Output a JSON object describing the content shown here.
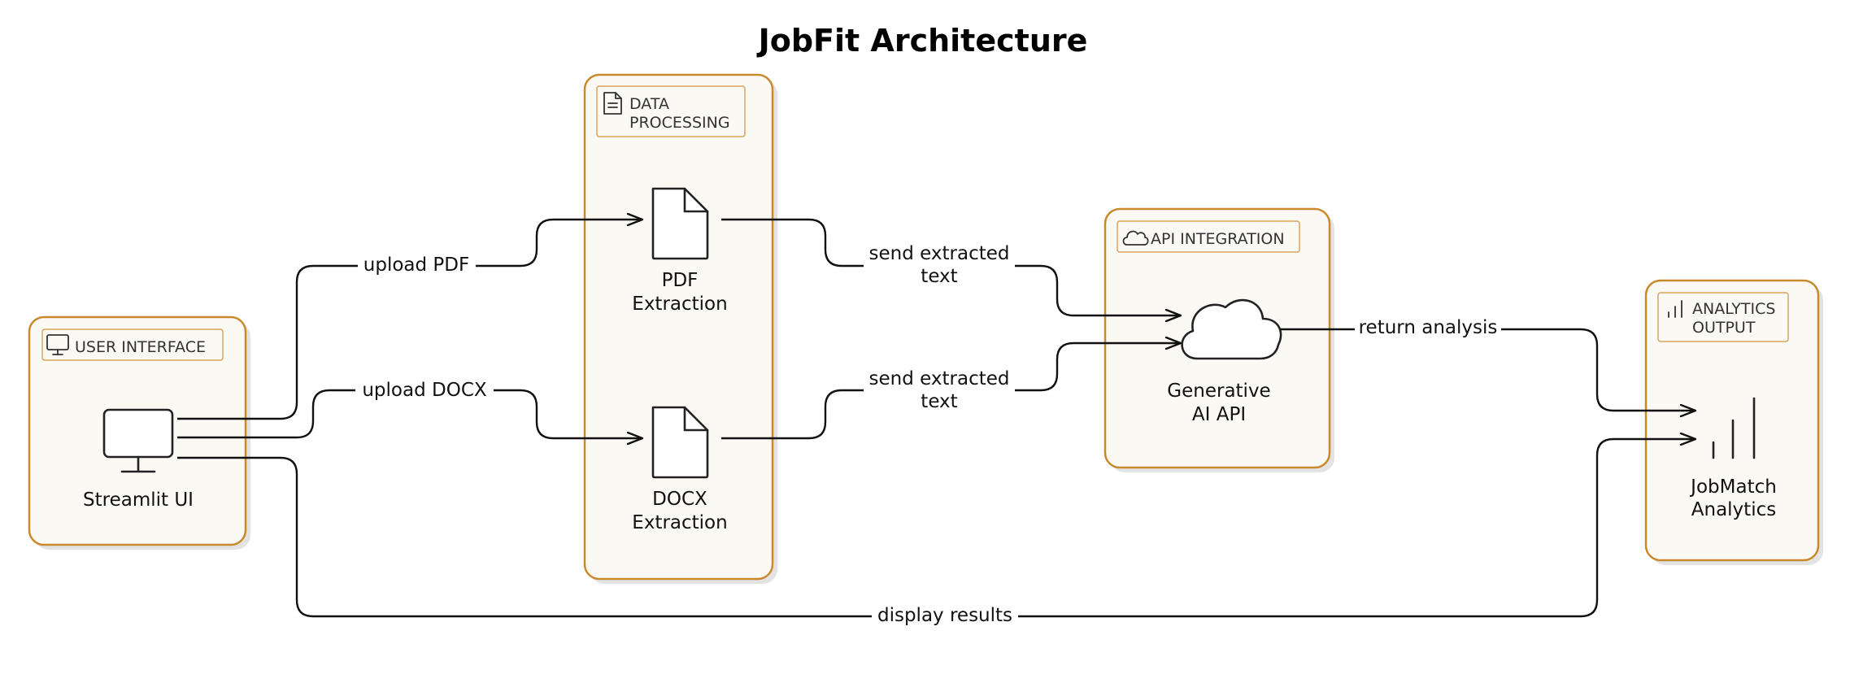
{
  "title": "JobFit Architecture",
  "groups": {
    "user_interface": {
      "label": "USER INTERFACE",
      "icon": "monitor-icon"
    },
    "data_processing": {
      "label_line1": "DATA",
      "label_line2": "PROCESSING",
      "icon": "document-icon"
    },
    "api_integration": {
      "label": "API INTEGRATION",
      "icon": "cloud-icon"
    },
    "analytics_output": {
      "label_line1": "ANALYTICS",
      "label_line2": "OUTPUT",
      "icon": "bar-chart-icon"
    }
  },
  "nodes": {
    "streamlit_ui": {
      "label": "Streamlit UI",
      "icon": "monitor-icon"
    },
    "pdf_extraction": {
      "label_line1": "PDF",
      "label_line2": "Extraction",
      "icon": "file-icon"
    },
    "docx_extraction": {
      "label_line1": "DOCX",
      "label_line2": "Extraction",
      "icon": "file-icon"
    },
    "generative_ai_api": {
      "label_line1": "Generative",
      "label_line2": "AI API",
      "icon": "cloud-icon"
    },
    "jobmatch_analytics": {
      "label_line1": "JobMatch",
      "label_line2": "Analytics",
      "icon": "bar-chart-icon"
    }
  },
  "edges": {
    "upload_pdf": {
      "label": "upload PDF"
    },
    "upload_docx": {
      "label": "upload DOCX"
    },
    "send_pdf_text": {
      "label_line1": "send extracted",
      "label_line2": "text"
    },
    "send_docx_text": {
      "label_line1": "send extracted",
      "label_line2": "text"
    },
    "return_analysis": {
      "label": "return analysis"
    },
    "display_results": {
      "label": "display results"
    }
  },
  "colors": {
    "group_border": "#c98a2e",
    "group_fill": "#fbf9f4",
    "edge": "#111111"
  }
}
